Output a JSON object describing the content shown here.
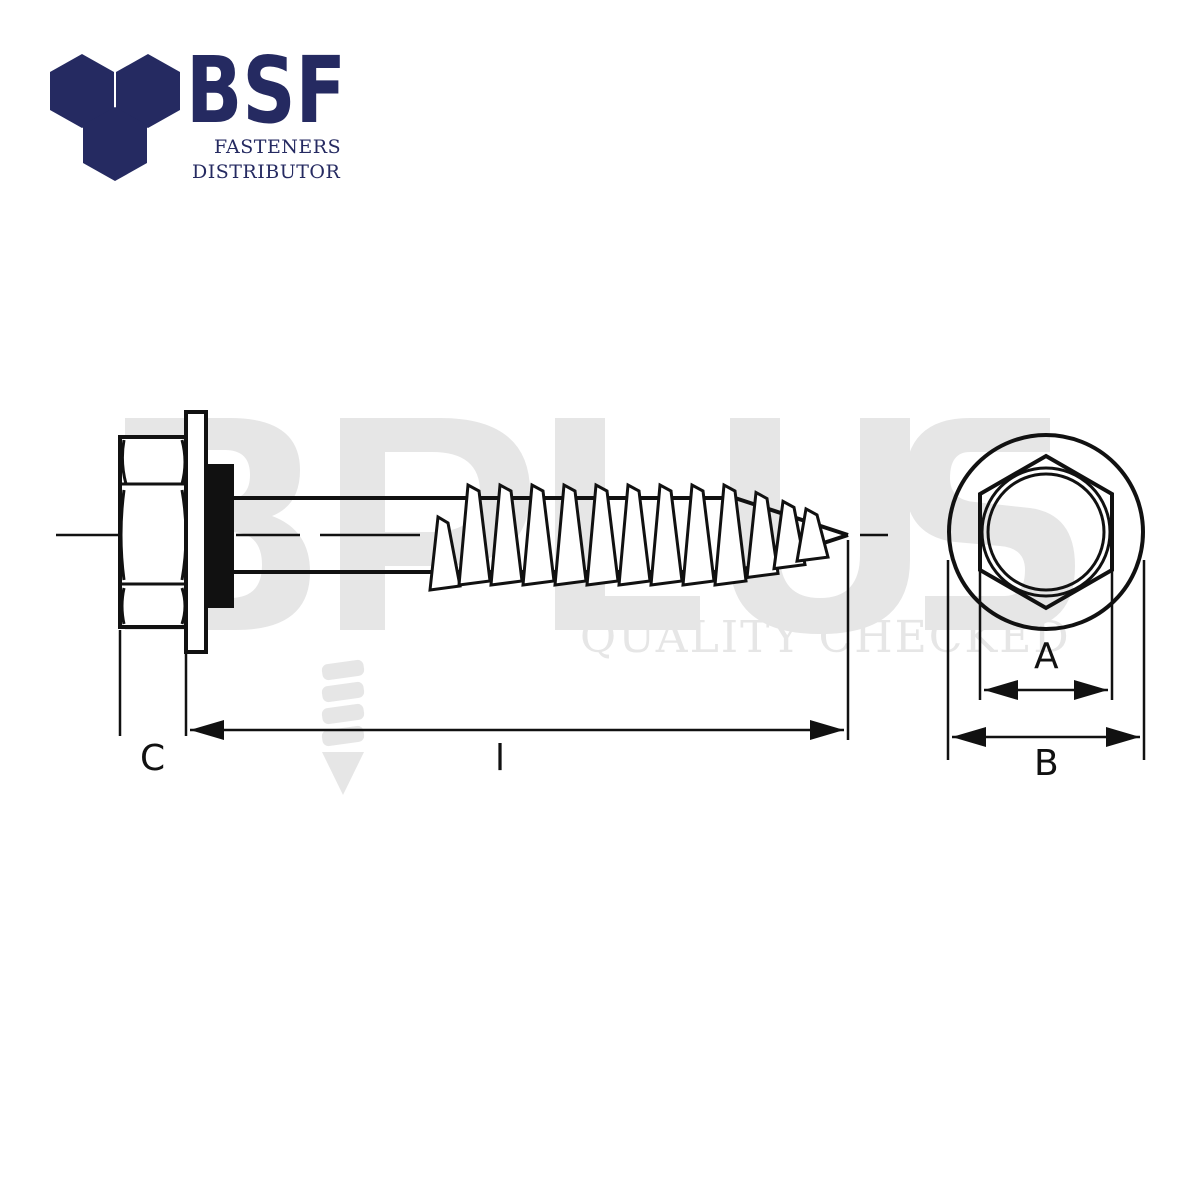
{
  "logo": {
    "name": "BSF",
    "line1": "FASTENERS",
    "line2": "DISTRIBUTOR",
    "color": "#252a61"
  },
  "watermark": {
    "letters": "BPLUS",
    "tagline": "QUALITY CHECKED",
    "color": "#e6e6e6"
  },
  "dimensions": {
    "a": "A",
    "b": "B",
    "c": "C",
    "l": "l"
  },
  "colors": {
    "line": "#111111",
    "washer": "#111111"
  }
}
